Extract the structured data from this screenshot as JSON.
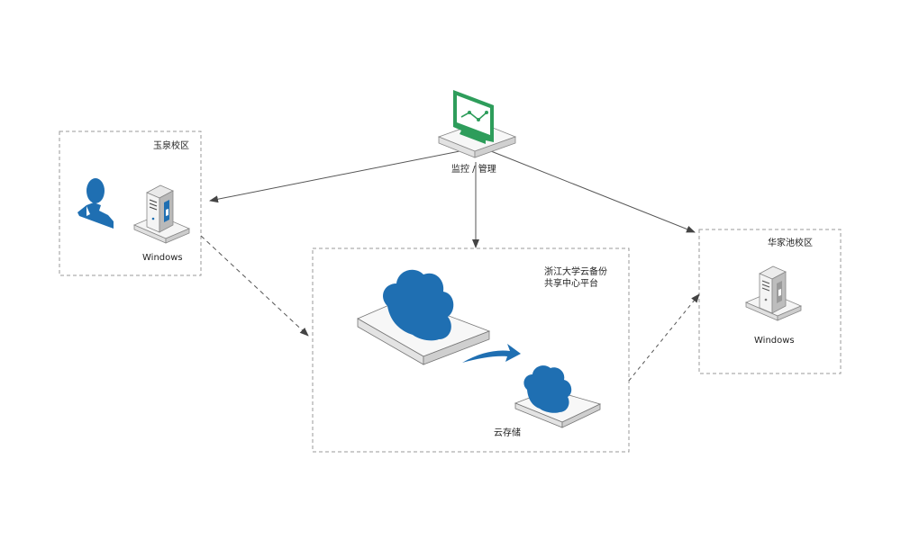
{
  "labels": {
    "monitor": "监控 / 管理",
    "yuquan_campus": "玉泉校区",
    "yuquan_os": "Windows",
    "center_title_line1": "浙江大学云备份",
    "center_title_line2": "共享中心平台",
    "cloud_storage": "云存储",
    "huajiachi_campus": "华家池校区",
    "huajiachi_os": "Windows"
  },
  "colors": {
    "cloud_blue": "#1f6fb2",
    "monitor_green": "#2e9d5b",
    "line": "#555555",
    "box_border": "#999999"
  }
}
